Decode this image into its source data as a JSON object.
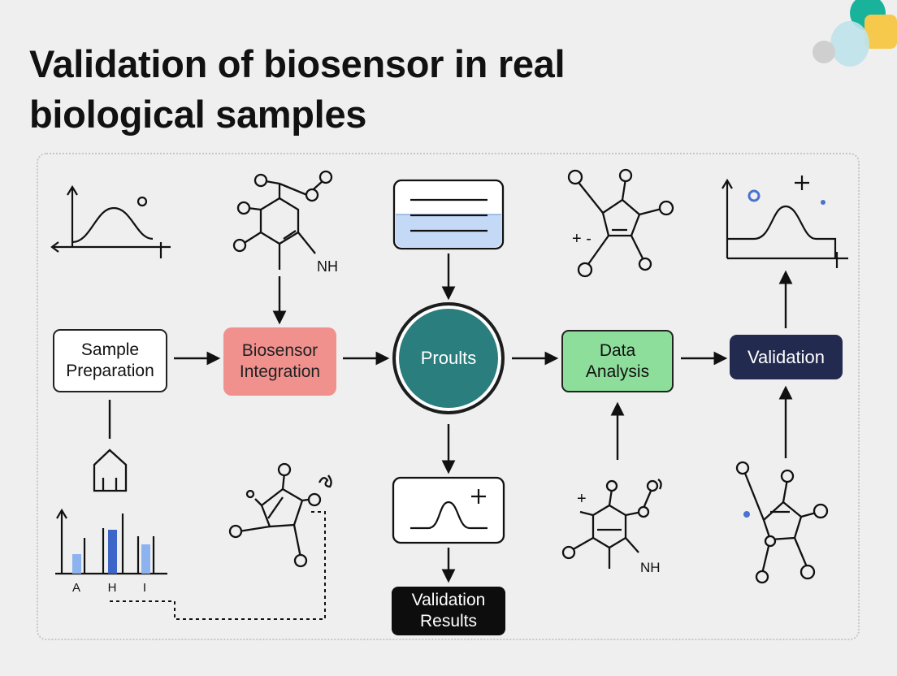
{
  "title": {
    "line1": "Validation of biosensor  in real",
    "line2": "biological samples"
  },
  "nodes": {
    "sample_preparation": [
      "Sample",
      "Preparation"
    ],
    "biosensor_integration": [
      "Biosensor",
      "Integration"
    ],
    "proults": "Proults",
    "data_analysis": [
      "Data",
      "Analysis"
    ],
    "validation": "Validation",
    "validation_results": [
      "Validation",
      "Results"
    ]
  },
  "molecule_labels": {
    "nh_top": "NH",
    "nh_bottom": "NH",
    "plus": "+",
    "plus_minus": "+ -"
  },
  "bar_chart": {
    "categories": [
      "A",
      "H",
      "I"
    ]
  },
  "colors": {
    "background": "#efefef",
    "biosensor": "#f0918e",
    "proults": "#2b7e7e",
    "data_analysis": "#8ede9b",
    "validation": "#232a4f",
    "results": "#0d0d0d",
    "accent_blue": "#4a72d0",
    "light_blue": "#c4d9f6"
  }
}
